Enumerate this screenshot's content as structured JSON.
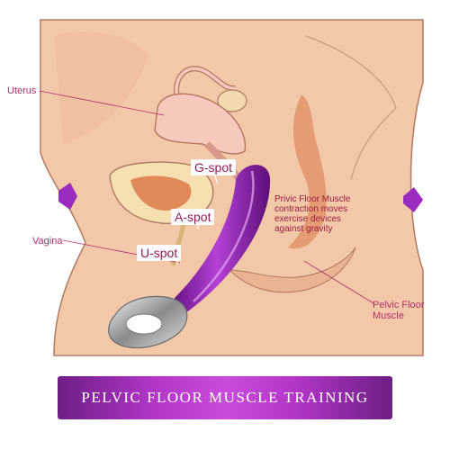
{
  "labels": {
    "uterus": "Uterus",
    "vagina": "Vagina",
    "pelvic_floor_muscle": "Pelvic Floor\nMuscle",
    "g_spot": "G-spot",
    "a_spot": "A-spot",
    "u_spot": "U-spot",
    "note": "Privic Floor Muscle\ncontraction moves\nexercise devices\nagainst gravity"
  },
  "banner": {
    "text": "PELVIC FLOOR MUSCLE TRAINING"
  },
  "colors": {
    "body_skin": "#f2c8a8",
    "body_outline": "#b07a60",
    "uterus": "#f7c9bd",
    "bladder": "#f6dfb0",
    "bladder_inner": "#e08a5a",
    "rectum": "#e59b74",
    "device": "#9b2cc0",
    "banner_center": "#c94bdc",
    "label_text": "#b1306e"
  },
  "icons": [
    "left-arrow-marker-icon",
    "right-arrow-marker-icon"
  ]
}
